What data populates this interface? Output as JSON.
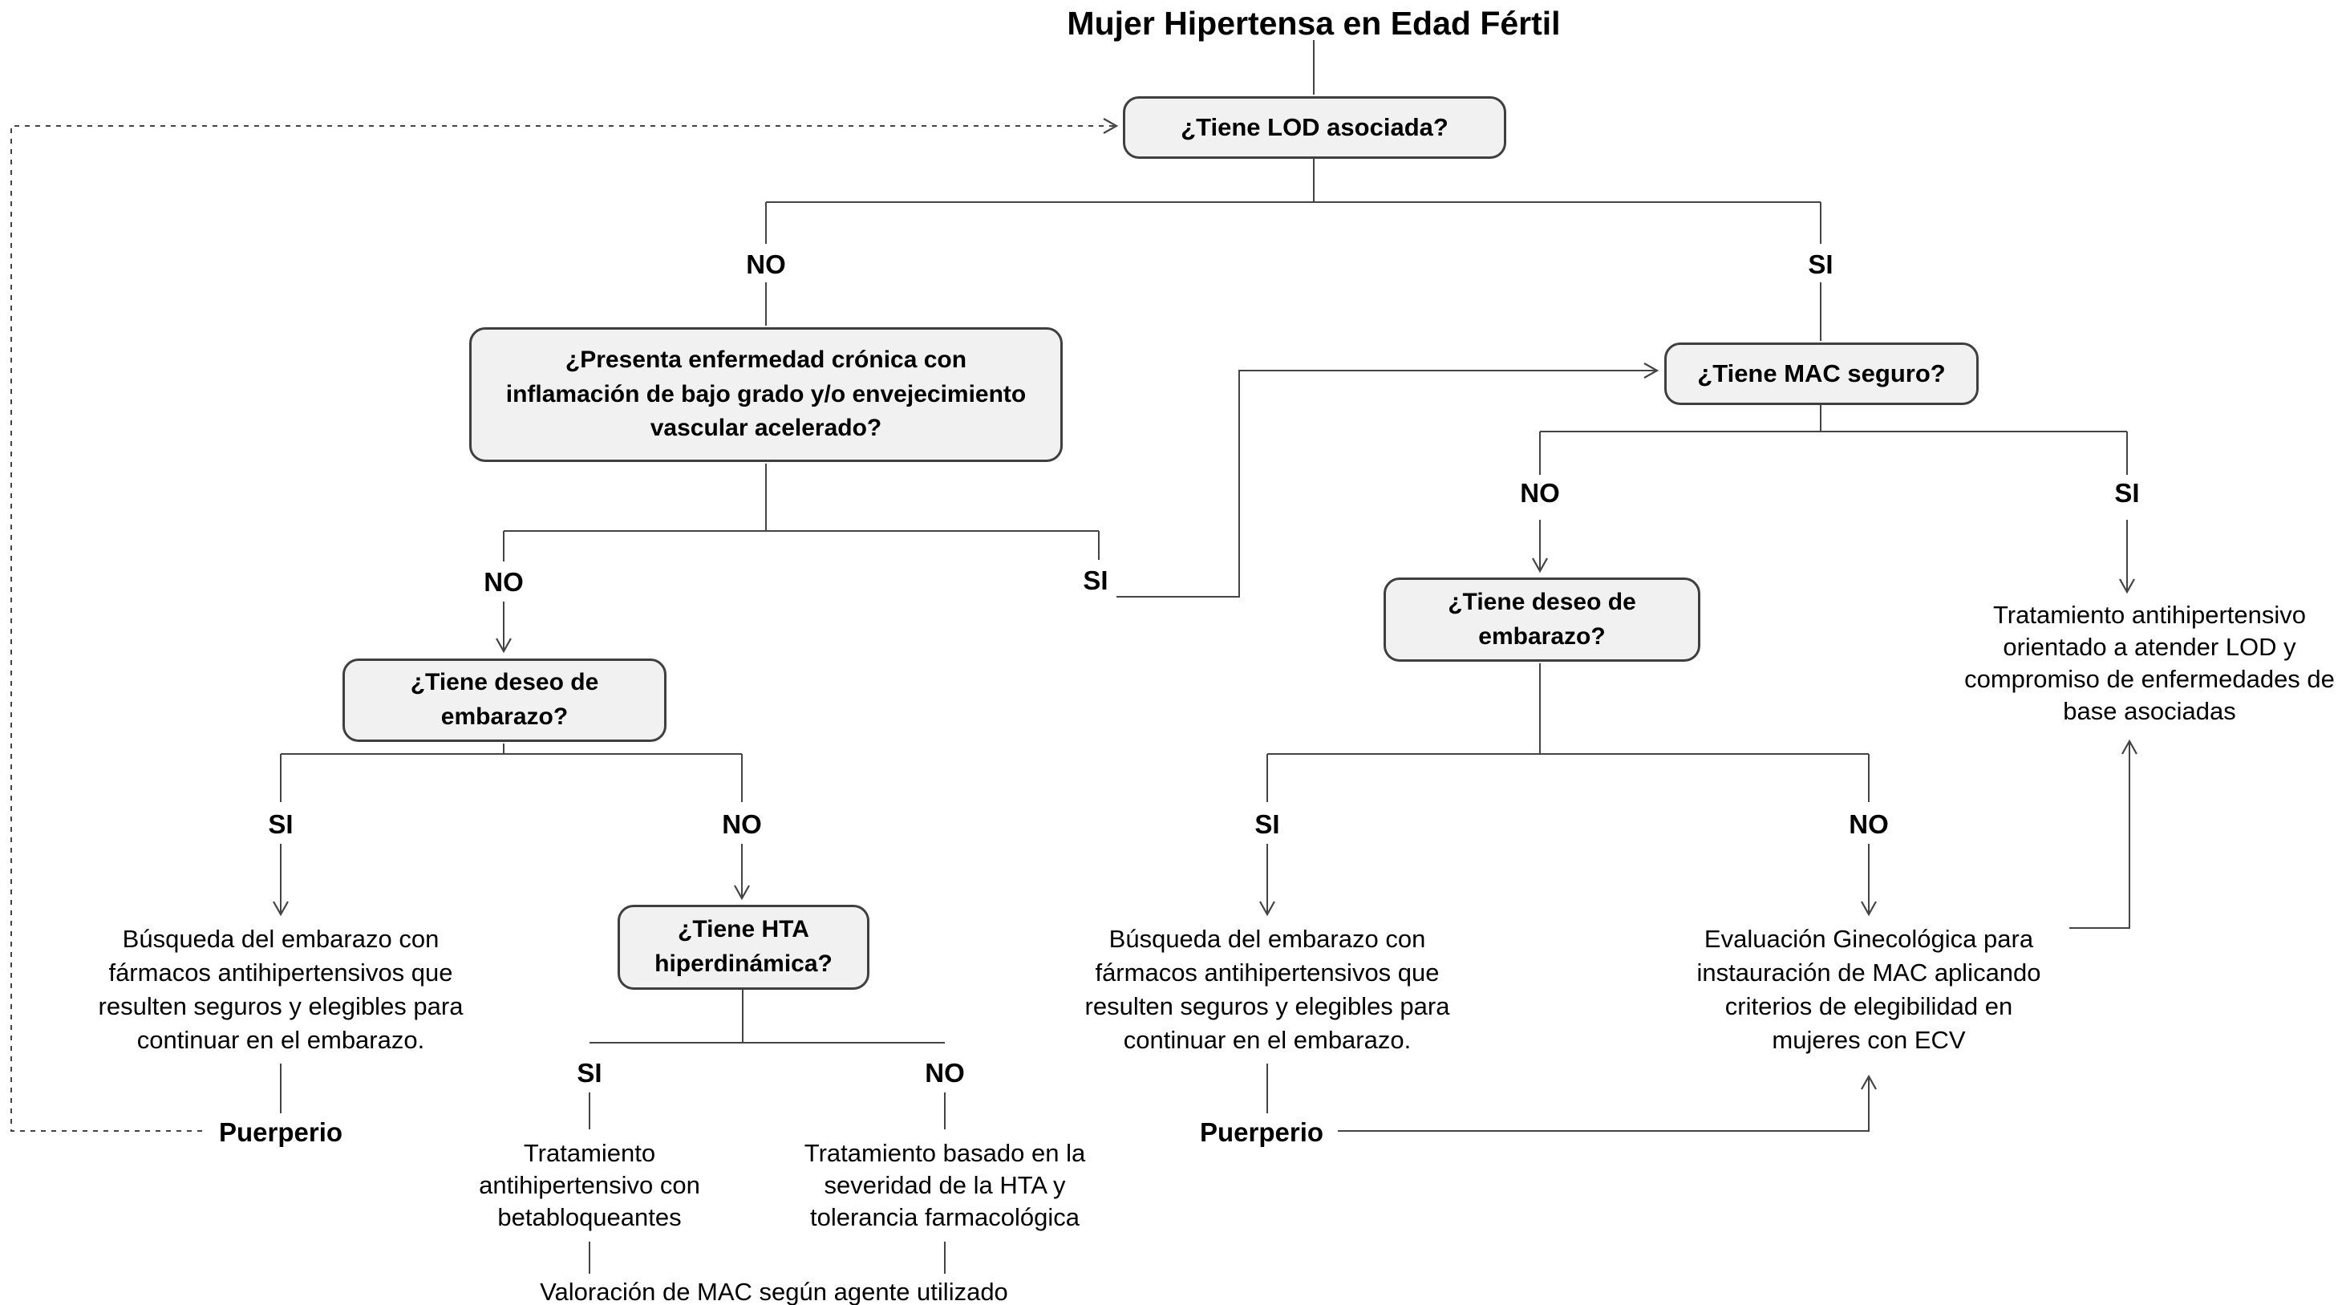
{
  "title": "Mujer Hipertensa en Edad Fértil",
  "branch_labels": {
    "yes": "SI",
    "no": "NO"
  },
  "decisions": {
    "lod": "¿Tiene LOD asociada?",
    "chronic": "¿Presenta enfermedad crónica con\ninflamación de bajo grado y/o envejecimiento\nvascular acelerado?",
    "desire_left": "¿Tiene deseo de\nembarazo?",
    "hta": "¿Tiene HTA\nhiperdinámica?",
    "mac": "¿Tiene MAC seguro?",
    "desire_right": "¿Tiene deseo de\nembarazo?"
  },
  "outcomes": {
    "pregnancy_left": "Búsqueda del embarazo con\nfármacos antihipertensivos que\nresulten seguros y elegibles para\ncontinuar en el embarazo.",
    "puerperium_left": "Puerperio",
    "beta_blockers": "Tratamiento\nantihipertensivo con\nbetabloqueantes",
    "severity": "Tratamiento basado en la\nseveridad de la HTA y\ntolerancia farmacológica",
    "mac_assessment": "Valoración de MAC según agente utilizado",
    "lod_treatment": "Tratamiento antihipertensivo\norientado a atender LOD y\ncompromiso de enfermedades de\nbase asociadas",
    "pregnancy_right": "Búsqueda del embarazo con\nfármacos antihipertensivos que\nresulten seguros y elegibles para\ncontinuar en el embarazo.",
    "gyn_evaluation": "Evaluación Ginecológica para\ninstauración de MAC aplicando\ncriterios de elegibilidad en\nmujeres con ECV",
    "puerperium_right": "Puerperio"
  },
  "colors": {
    "box_fill": "#f1f1f1",
    "box_border": "#3f3f3f",
    "line": "#444444",
    "text": "#000000"
  }
}
